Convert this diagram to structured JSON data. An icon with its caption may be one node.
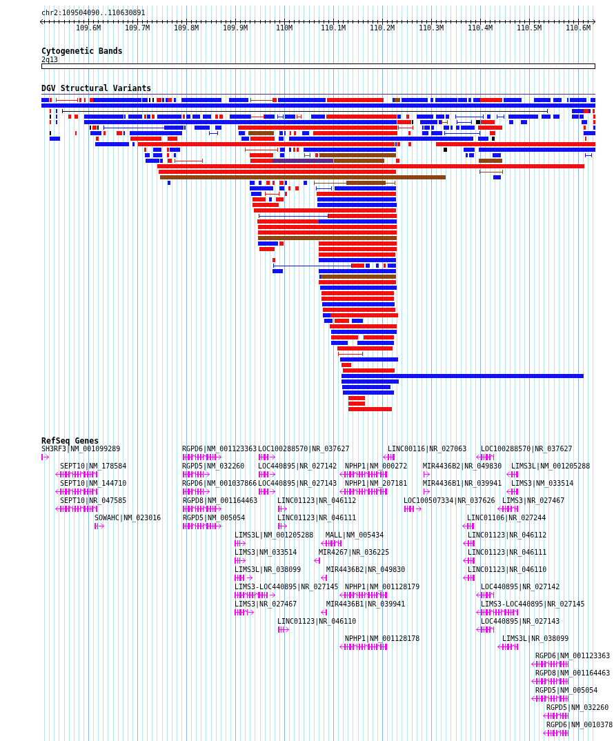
{
  "diagram": {
    "labels": [
      "chr2:109504090..110630891",
      "109.6M",
      "109.7M",
      "109.8M",
      "109.9M",
      "110M",
      "110.1M",
      "110.2M",
      "110.3M",
      "110.4M",
      "110.5M",
      "110.6M",
      "Cytogenetic Bands",
      "2q13",
      "DGV Structural Variants",
      "RefSeq Genes",
      "SH3RF3|NM_001099289",
      "RGPD6|NM_001123363",
      "LOC100288570|NR_037627",
      "LINC00116|NR_027063",
      "LOC100288570|NR_037627",
      "SEPT10|NM_178584",
      "RGPD5|NM_032260",
      "LOC440895|NR_027142",
      "NPHP1|NM_000272",
      "MIR4436B2|NR_049830",
      "LIMS3L|NM_001205288",
      "SEPT10|NM_144710",
      "RGPD6|NM_001037866",
      "LOC440895|NR_027143",
      "NPHP1|NM_207181",
      "MIR4436B1|NR_039941",
      "LIMS3|NM_033514",
      "SEPT10|NR_047585",
      "RGPD8|NM_001164463",
      "LINC01123|NR_046112",
      "LOC100507334|NR_037626",
      "LIMS3|NR_027467",
      "SOWAHC|NM_023016",
      "RGPD5|NM_005054",
      "LINC01123|NR_046111",
      "LINC01106|NR_027244",
      "LIMS3L|NM_001205288",
      "MALL|NM_005434",
      "LINC01123|NR_046112",
      "LIMS3|NM_033514",
      "MIR4267|NR_036225",
      "LINC01123|NR_046111",
      "LIMS3L|NR_038099",
      "MIR4436B2|NR_049830",
      "LINC01123|NR_046110",
      "LIMS3-LOC440895|NR_027145",
      "NPHP1|NM_001128179",
      "LOC440895|NR_027142",
      "LIMS3|NR_027467",
      "MIR4436B1|NR_039941",
      "LIMS3-LOC440895|NR_027145",
      "LINC01123|NR_046110",
      "LOC440895|NR_027143",
      "NPHP1|NM_001128178",
      "LIMS3L|NR_038099",
      "RGPD6|NM_001123363",
      "RGPD8|NM_001164463",
      "RGPD5|NM_005054",
      "RGPD5|NM_032260",
      "RGPD6|NM_0010378"
    ]
  }
}
